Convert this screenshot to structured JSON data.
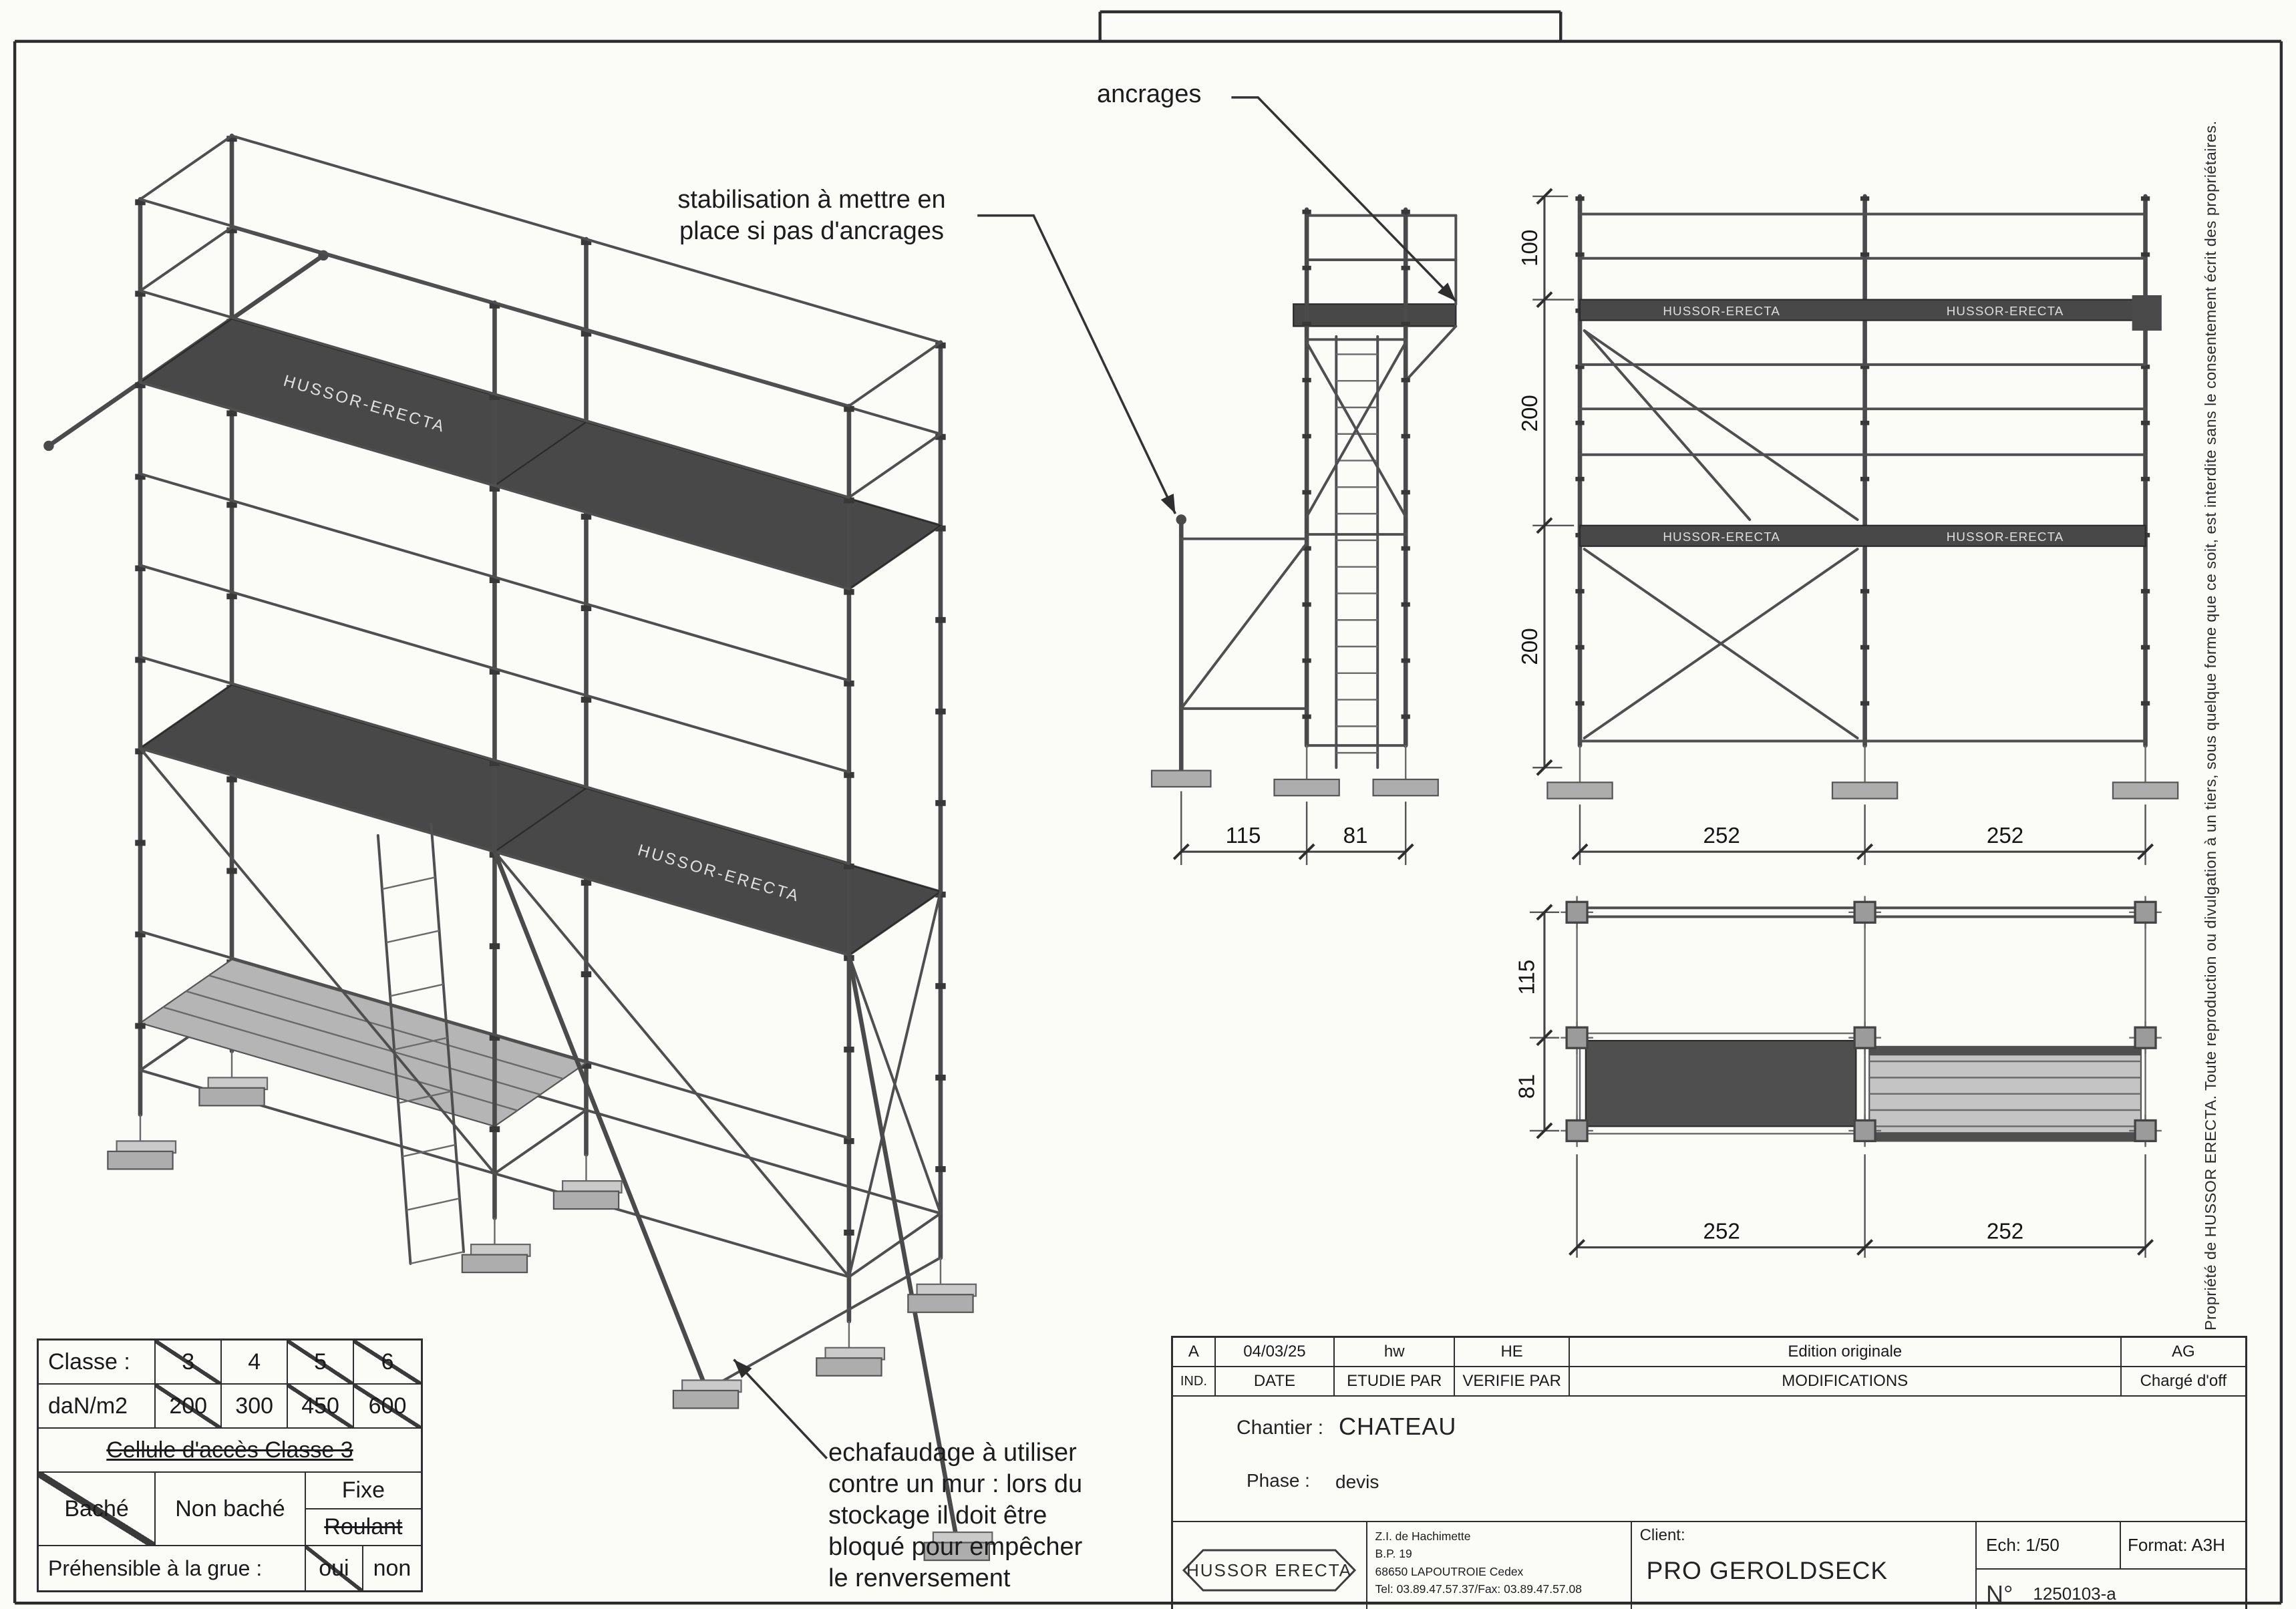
{
  "annotations": {
    "ancrages": "ancrages",
    "stabilisation": [
      "stabilisation à mettre en",
      "place si pas d'ancrages"
    ],
    "wall_note": [
      "echafaudage à utiliser",
      "contre un mur : lors du",
      "stockage il doit être",
      "bloqué pour empêcher",
      "le renversement"
    ]
  },
  "brand": "HUSSOR-ERECTA",
  "dims": {
    "side_h": [
      "115",
      "81"
    ],
    "front_v": [
      "100",
      "200",
      "200"
    ],
    "front_h": [
      "252",
      "252"
    ],
    "plan_v": [
      "115",
      "81"
    ],
    "plan_h": [
      "252",
      "252"
    ]
  },
  "class_table": {
    "classe_label": "Classe :",
    "classes": [
      "3",
      "4",
      "5",
      "6"
    ],
    "dan_label": "daN/m2",
    "dan_values": [
      "200",
      "300",
      "450",
      "600"
    ],
    "cellule": "Cellule d'accès Classe 3",
    "bache": "Baché",
    "non_bache": "Non baché",
    "fixe": "Fixe",
    "roulant": "Roulant",
    "grue_label": "Préhensible à la grue :",
    "oui": "oui",
    "non": "non"
  },
  "title_block": {
    "rev": {
      "ind": "A",
      "date": "04/03/25",
      "etudie": "hw",
      "verifie": "HE",
      "modifications": "Edition originale",
      "charge": "AG"
    },
    "rev_header": {
      "ind": "IND.",
      "date": "DATE",
      "etudie": "ETUDIE PAR",
      "verifie": "VERIFIE PAR",
      "modifications": "MODIFICATIONS",
      "charge": "Chargé d'off"
    },
    "chantier_label": "Chantier :",
    "chantier": "CHATEAU",
    "phase_label": "Phase :",
    "phase": "devis",
    "logo": "HUSSOR ERECTA",
    "address": [
      "Z.I. de Hachimette",
      "B.P. 19",
      "68650 LAPOUTROIE Cedex",
      "Tel: 03.89.47.57.37/Fax: 03.89.47.57.08"
    ],
    "client_label": "Client:",
    "client": "PRO GEROLDSECK",
    "ech": "Ech: 1/50",
    "format": "Format: A3H",
    "num_label": "N°",
    "num": "1250103-a"
  },
  "property_notice": "Propriété de HUSSOR ERECTA. Toute reproduction ou divulgation à un tiers, sous quelque forme que ce soit, est interdite sans le consentement écrit des propriétaires."
}
